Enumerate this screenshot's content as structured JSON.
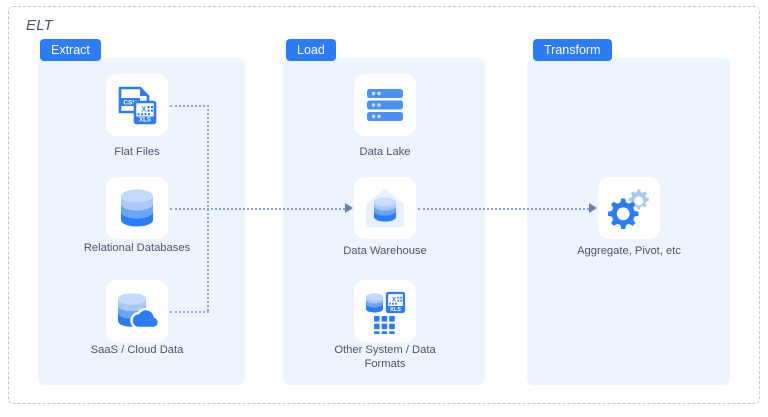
{
  "diagram": {
    "title": "ELT",
    "type": "process-flow"
  },
  "stages": [
    {
      "badge": "Extract",
      "nodes": [
        {
          "label": "Flat Files",
          "icon": "csv-xls-files-icon"
        },
        {
          "label": "Relational Databases",
          "icon": "database-cylinder-icon"
        },
        {
          "label": "SaaS / Cloud Data",
          "icon": "cloud-database-icon"
        }
      ]
    },
    {
      "badge": "Load",
      "nodes": [
        {
          "label": "Data Lake",
          "icon": "server-rack-icon"
        },
        {
          "label": "Data Warehouse",
          "icon": "warehouse-database-icon"
        },
        {
          "label": "Other System / Data\nFormats",
          "icon": "mixed-data-formats-icon"
        }
      ]
    },
    {
      "badge": "Transform",
      "nodes": [
        {
          "label": "Aggregate, Pivot, etc",
          "icon": "gears-icon"
        }
      ]
    }
  ],
  "colors": {
    "accent": "#2b7cf6",
    "accent_light": "#7fb0fb",
    "panel_bg": "#eef4fd",
    "connector": "#8ea5cc",
    "arrow": "#6b82ab",
    "text": "#48556b",
    "title": "#4a5568",
    "border": "#b9c9e4"
  }
}
